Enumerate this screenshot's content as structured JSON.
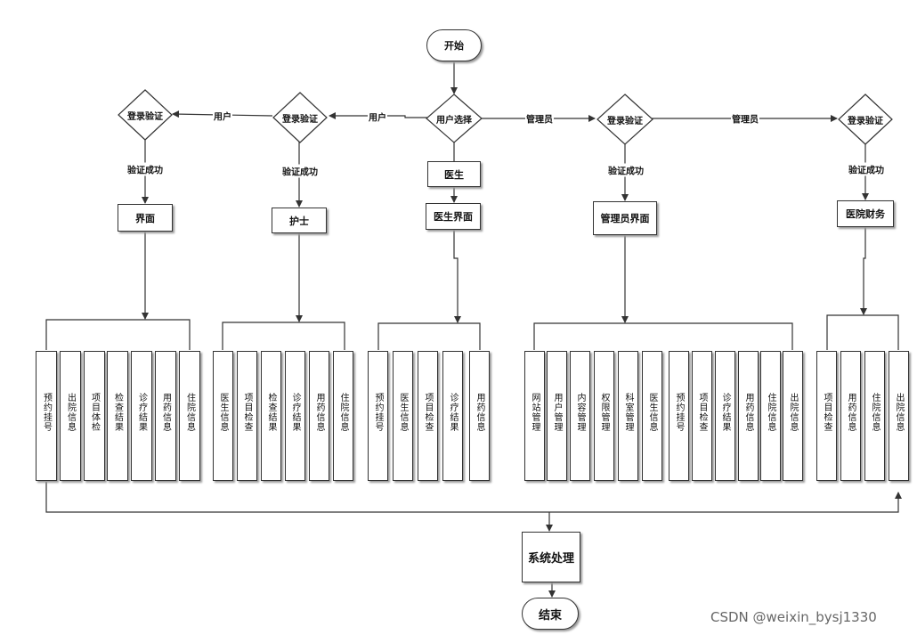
{
  "start": "开始",
  "end": "结束",
  "process": "系统处理",
  "user_choice": "用户选择",
  "login": "登录验证",
  "edges": {
    "user": "用户",
    "admin": "管理员",
    "success": "验证成功"
  },
  "boxes": {
    "patient_ui": "界面",
    "nurse": "护士",
    "doctor": "医生",
    "doctor_ui": "医生界面",
    "admin_ui": "管理员界面",
    "finance": "医院财务"
  },
  "groups": {
    "patient": [
      "预约挂号",
      "出院信息",
      "项目体检",
      "检查结果",
      "诊疗结果",
      "用药信息",
      "住院信息"
    ],
    "nurse": [
      "医生信息",
      "项目检查",
      "检查结果",
      "诊疗结果",
      "用药信息",
      "住院信息"
    ],
    "doctor": [
      "预约挂号",
      "医生信息",
      "项目检查",
      "诊疗结果",
      "用药信息"
    ],
    "admin": [
      "网站管理",
      "用户管理",
      "内容管理",
      "权限管理",
      "科室管理",
      "医生信息",
      "预约挂号",
      "项目检查",
      "诊疗结果",
      "用药信息",
      "住院信息",
      "出院信息"
    ],
    "finance": [
      "项目检查",
      "用药信息",
      "住院信息",
      "出院信息"
    ]
  },
  "watermark": "CSDN @weixin_bysj1330"
}
